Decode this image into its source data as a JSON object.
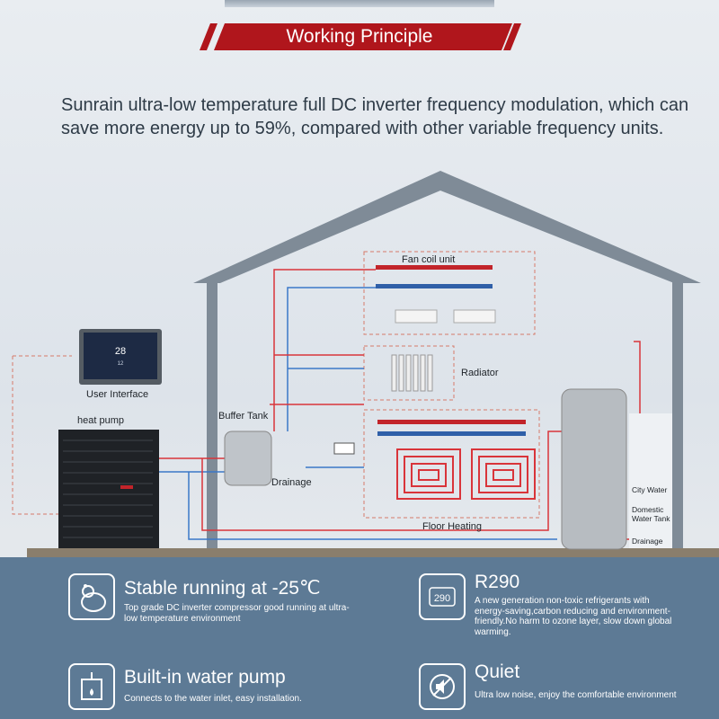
{
  "banner": {
    "title": "Working Principle"
  },
  "intro": {
    "text": "Sunrain ultra-low temperature full DC inverter frequency modulation, which can save more energy up to 59%, compared with other variable frequency units."
  },
  "diagram": {
    "fan_coil_unit": "Fan coil unit",
    "radiator": "Radiator",
    "user_interface": "User Interface",
    "heat_pump": "heat pump",
    "buffer_tank": "Buffer Tank",
    "drainage_buffer": "Drainage",
    "floor_heating": "Floor Heating",
    "city_water": "City Water",
    "domestic_water_tank": "Domestic Water Tank",
    "drainage_tank": "Drainage",
    "ui_screen_value": "28",
    "ui_screen_subvalue": "12"
  },
  "features": [
    {
      "title": "Stable running at -25℃",
      "desc": "Top grade DC inverter compressor good running at ultra-low temperature environment",
      "icon": "bear-icon"
    },
    {
      "title": "R290",
      "desc": "A new generation non-toxic refrigerants with energy-saving,carbon reducing and environment-friendly.No harm to ozone layer, slow down global warming.",
      "icon": "r290-icon",
      "badge": "290"
    },
    {
      "title": "Built-in water pump",
      "desc": "Connects to the water inlet, easy installation.",
      "icon": "water-pump-icon"
    },
    {
      "title": "Quiet",
      "desc": "Ultra low noise, enjoy the comfortable environment",
      "icon": "mute-speaker-icon"
    }
  ],
  "colors": {
    "banner_red": "#b0161c",
    "hot_pipe": "#d9343a",
    "cold_pipe": "#3a78c8",
    "panel_blue": "#5d7a95"
  }
}
